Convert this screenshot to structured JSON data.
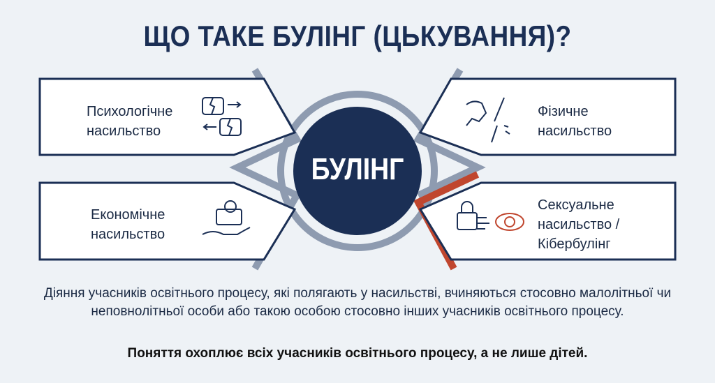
{
  "title": "ЩО ТАКЕ БУЛІНГ (ЦЬКУВАННЯ)?",
  "center": "БУЛІНГ",
  "categories": [
    {
      "line1": "Психологічне",
      "line2": "насильство",
      "icon": "broken-speech-bubbles-icon"
    },
    {
      "line1": "Фізичне",
      "line2": "насильство",
      "icon": "fist-breaking-stick-icon"
    },
    {
      "line1": "Економічне",
      "line2": "насильство",
      "icon": "wallet-hand-icon"
    },
    {
      "line1": "Сексуальне",
      "line2": "насильство /",
      "line3": "Кібербулінг",
      "icon": "lock-eye-icon"
    }
  ],
  "description": "Діяння учасників освітнього процесу, які полягають у насильстві, вчиняються стосовно малолітньої чи неповнолітньої особи або такою особою стосовно інших учасників освітнього процесу.",
  "note": "Поняття охоплює всіх учасників освітнього процесу, а не лише дітей.",
  "colors": {
    "navy": "#1b2f55",
    "grey": "#8e9bb0",
    "accent": "#c0462e",
    "background": "#eef2f6"
  }
}
